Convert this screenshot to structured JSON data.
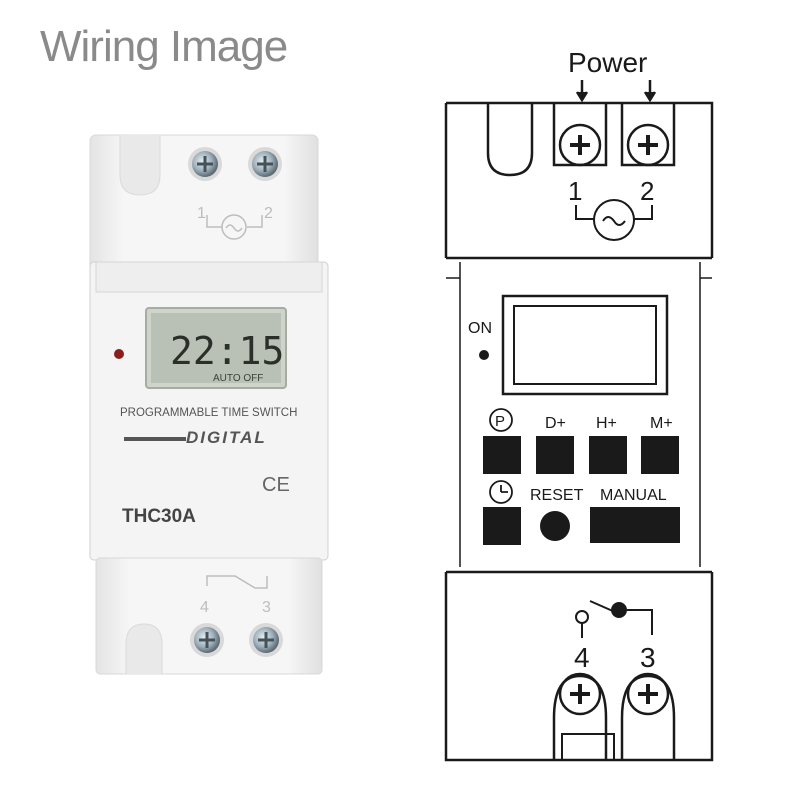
{
  "title": "Wiring Image",
  "device": {
    "terminal_top_1": "1",
    "terminal_top_2": "2",
    "terminal_bottom_4": "4",
    "terminal_bottom_3": "3",
    "lcd_time": "22:15",
    "lcd_mode": "AUTO OFF",
    "product_line": "PROGRAMMABLE TIME SWITCH",
    "brand": "DIGITAL",
    "ce_mark": "CE",
    "model": "THC30A"
  },
  "diagram": {
    "power_label": "Power",
    "terminal_1": "1",
    "terminal_2": "2",
    "on_label": "ON",
    "button_d": "D+",
    "button_h": "H+",
    "button_m": "M+",
    "button_p_symbol": "P",
    "reset_label": "RESET",
    "manual_label": "MANUAL",
    "terminal_4": "4",
    "terminal_3": "3"
  },
  "colors": {
    "title": "#8a8a8a",
    "device_body": "#f2f2f2",
    "lcd": "#b9c1b6",
    "line": "#1a1a1a"
  }
}
